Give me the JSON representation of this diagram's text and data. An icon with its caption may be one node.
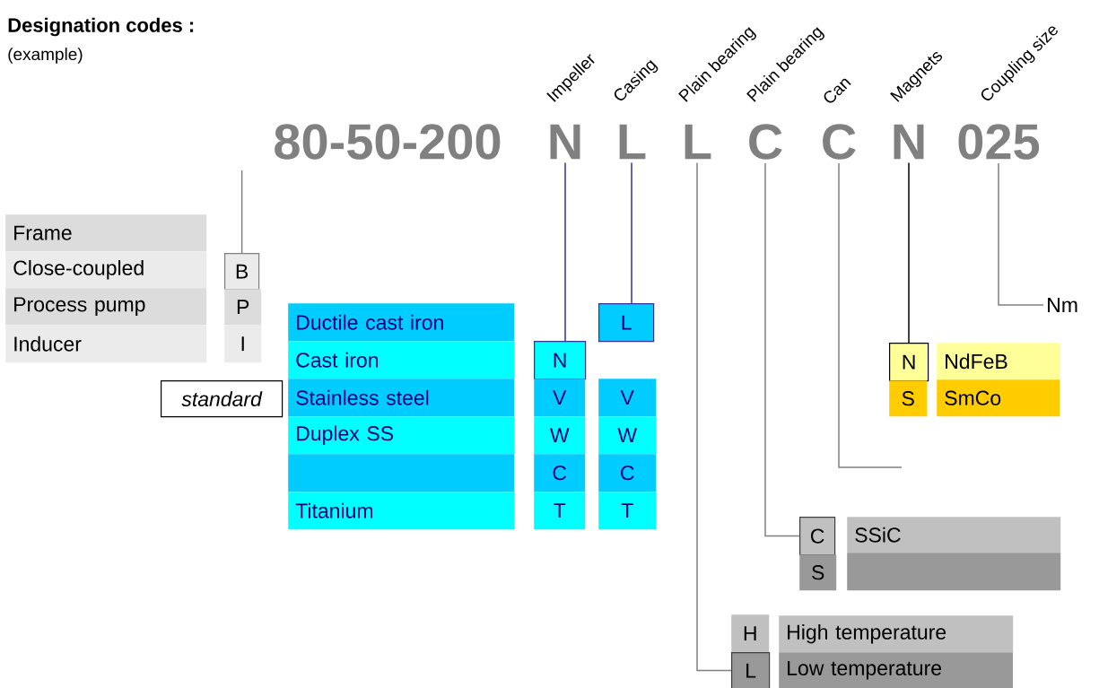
{
  "diagram": {
    "nodes": [
      {
        "text": [
          "80-50-200"
        ]
      },
      {
        "text": [
          "N"
        ],
        "beside": [
          "Impeller"
        ]
      },
      {
        "text": [
          "L"
        ],
        "beside": [
          "Casing"
        ]
      },
      {
        "text": [
          "L"
        ],
        "beside": [
          "Plain bearing"
        ]
      },
      {
        "text": [
          "C"
        ],
        "beside": [
          "Plain bearing"
        ]
      },
      {
        "text": [
          "C"
        ],
        "beside": [
          "Can"
        ]
      },
      {
        "text": [
          "N"
        ],
        "beside": [
          "Magnets"
        ]
      },
      {
        "text": [
          "025"
        ],
        "beside": [
          "Coupling size"
        ]
      },
      {
        "text": [
          "Frame"
        ]
      },
      {
        "text": [
          "Close-coupled"
        ]
      },
      {
        "text": [
          "Process pump"
        ]
      },
      {
        "text": [
          "Inducer"
        ]
      },
      {
        "text": [
          "B"
        ]
      },
      {
        "text": [
          "P"
        ]
      },
      {
        "text": [
          "I"
        ]
      },
      {
        "text": [
          "standard"
        ]
      },
      {
        "text": [
          "Ductile cast iron"
        ]
      },
      {
        "text": [
          "Cast iron"
        ]
      },
      {
        "text": [
          "Stainless steel"
        ]
      },
      {
        "text": [
          "Duplex SS"
        ]
      },
      {
        "text": [],
        "shape": "box"
      },
      {
        "text": [
          "Titanium"
        ]
      },
      {
        "text": [
          "N"
        ]
      },
      {
        "text": [
          "V"
        ]
      },
      {
        "text": [
          "W"
        ]
      },
      {
        "text": [
          "C"
        ]
      },
      {
        "text": [
          "T"
        ]
      },
      {
        "text": [
          "L"
        ]
      },
      {
        "text": [
          "V"
        ]
      },
      {
        "text": [
          "W"
        ]
      },
      {
        "text": [
          "C"
        ]
      },
      {
        "text": [
          "T"
        ]
      },
      {
        "text": [
          "Nm"
        ]
      },
      {
        "text": [
          "N"
        ]
      },
      {
        "text": [
          "S"
        ]
      },
      {
        "text": [
          "NdFeB"
        ]
      },
      {
        "text": [
          "SmCo"
        ]
      },
      {
        "text": [
          "C"
        ]
      },
      {
        "text": [
          "S"
        ]
      },
      {
        "text": [
          "SSiC"
        ]
      },
      {
        "text": [],
        "shape": "box"
      },
      {
        "text": [
          "H"
        ]
      },
      {
        "text": [
          "L"
        ]
      },
      {
        "text": [
          "High temperature"
        ]
      },
      {
        "text": [
          "Low temperature"
        ]
      }
    ],
    "edges": [
      {
        "from": null,
        "to": 12,
        "arrow": "none"
      },
      {
        "from": 1,
        "to": 22,
        "arrow": "none",
        "color": "#333399"
      },
      {
        "from": 2,
        "to": 27,
        "arrow": "none",
        "color": "#333399"
      },
      {
        "from": 3,
        "to": 42,
        "arrow": "none"
      },
      {
        "from": 4,
        "to": 37,
        "arrow": "none"
      },
      {
        "from": 5,
        "to": null,
        "arrow": "none"
      },
      {
        "from": 6,
        "to": 33,
        "arrow": "none",
        "color": "#000000"
      },
      {
        "from": 7,
        "to": 32,
        "arrow": "none"
      }
    ],
    "labels": [
      "Designation codes :",
      "(example)"
    ]
  }
}
